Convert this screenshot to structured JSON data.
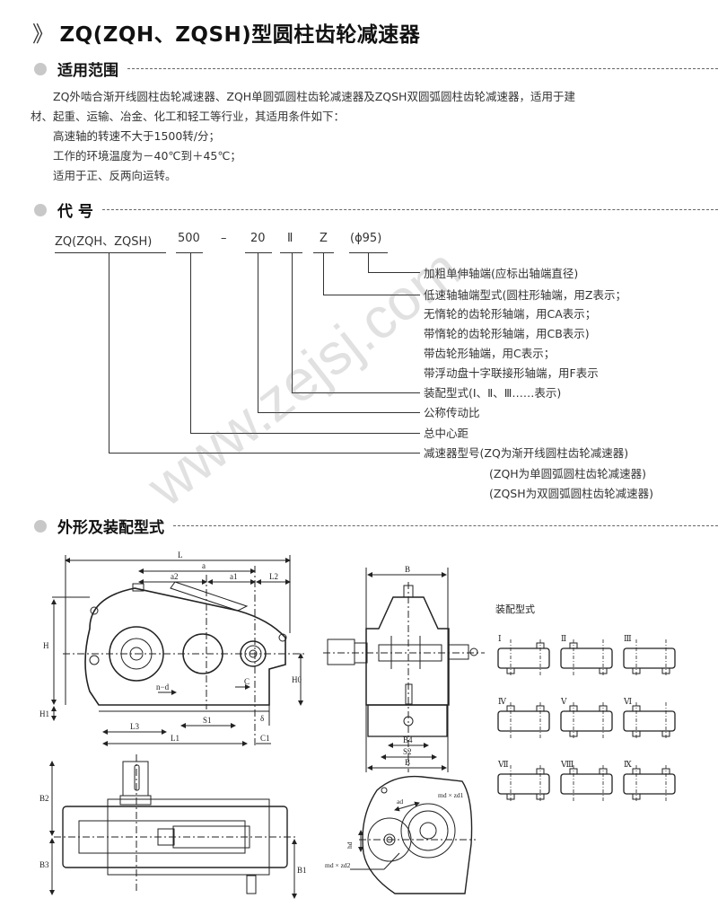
{
  "title": {
    "chevron": "》",
    "text": "ZQ(ZQH、ZQSH)型圆柱齿轮减速器"
  },
  "sections": {
    "scope": "适用范围",
    "code": "代 号",
    "shape": "外形及装配型式"
  },
  "scope_text": [
    "　　ZQ外啮合渐开线圆柱齿轮减速器、ZQH单圆弧圆柱齿轮减速器及ZQSH双圆弧圆柱齿轮减速器，适用于建",
    "材、起重、运输、冶金、化工和轻工等行业，其适用条件如下：",
    "　　高速轴的转速不大于1500转/分；",
    "　　工作的环境温度为－40℃到＋45℃；",
    "　　适用于正、反两向运转。"
  ],
  "code_example": {
    "model": "ZQ(ZQH、ZQSH)",
    "center_distance": "500",
    "dash": "–",
    "ratio": "20",
    "assembly": "Ⅱ",
    "shaft_end": "Z",
    "diameter": "(ϕ95)"
  },
  "code_explanations": [
    "加粗单伸轴端(应标出轴端直径)",
    "低速轴轴端型式(圆柱形轴端，用Z表示；",
    "无惰轮的齿轮形轴端，用CA表示；",
    "带惰轮的齿轮形轴端，用CB表示)",
    "带齿轮形轴端，用C表示；",
    "带浮动盘十字联接形轴端，用F表示",
    "装配型式(Ⅰ、Ⅱ、Ⅲ……表示)",
    "公称传动比",
    "总中心距",
    "减速器型号(ZQ为渐开线圆柱齿轮减速器)",
    "(ZQH为单圆弧圆柱齿轮减速器)",
    "(ZQSH为双圆弧圆柱齿轮减速器)"
  ],
  "drawing_labels": {
    "side": {
      "L": "L",
      "a": "a",
      "a2": "a2",
      "a1": "a1",
      "L2": "L2",
      "H": "H",
      "H0": "H0",
      "H1": "H1",
      "nd": "n−d",
      "C": "C",
      "S1": "S1",
      "delta": "δ",
      "L3": "L3",
      "L1": "L1",
      "C1": "C1"
    },
    "front": {
      "B": "B",
      "B4": "B4",
      "S2": "S2",
      "B_bottom": "B"
    },
    "plan": {
      "B2": "B2",
      "B3": "B3",
      "B1": "B1"
    },
    "section": {
      "ad": "ad",
      "mdzd1": "md × zd1",
      "hd": "hd",
      "mdzd2": "md × zd2"
    }
  },
  "assembly_forms": {
    "title": "装配型式",
    "labels": [
      "Ⅰ",
      "Ⅱ",
      "Ⅲ",
      "Ⅳ",
      "Ⅴ",
      "Ⅵ",
      "Ⅶ",
      "Ⅷ",
      "Ⅸ"
    ]
  },
  "watermark": "www.zejsj.com"
}
